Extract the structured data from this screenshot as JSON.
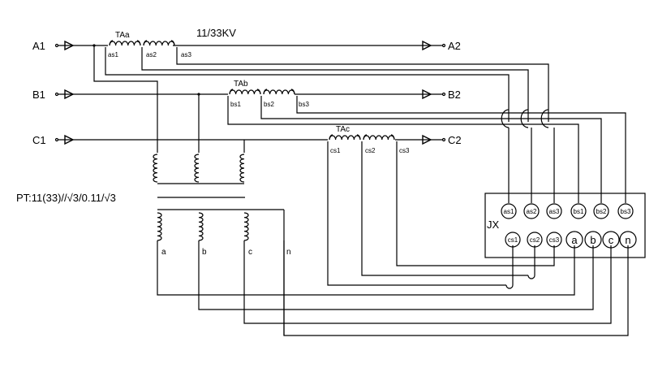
{
  "diagram": {
    "title_voltage": "11/33KV",
    "lines": [
      {
        "in": "A1",
        "out": "A2"
      },
      {
        "in": "B1",
        "out": "B2"
      },
      {
        "in": "C1",
        "out": "C2"
      }
    ],
    "current_transformers": [
      {
        "name": "TAa",
        "taps": [
          "as1",
          "as2",
          "as3"
        ]
      },
      {
        "name": "TAb",
        "taps": [
          "bs1",
          "bs2",
          "bs3"
        ]
      },
      {
        "name": "TAc",
        "taps": [
          "cs1",
          "cs2",
          "cs3"
        ]
      }
    ],
    "pt_label": "PT:11(33)//√3/0.11/√3",
    "pt_secondary_terminals": [
      "a",
      "b",
      "c",
      "n"
    ],
    "terminal_block": {
      "label": "JX",
      "top_row": [
        "as1",
        "as2",
        "as3",
        "bs1",
        "bs2",
        "bs3"
      ],
      "bottom_row": [
        "cs1",
        "cs2",
        "cs3",
        "a",
        "b",
        "c",
        "n"
      ]
    }
  }
}
